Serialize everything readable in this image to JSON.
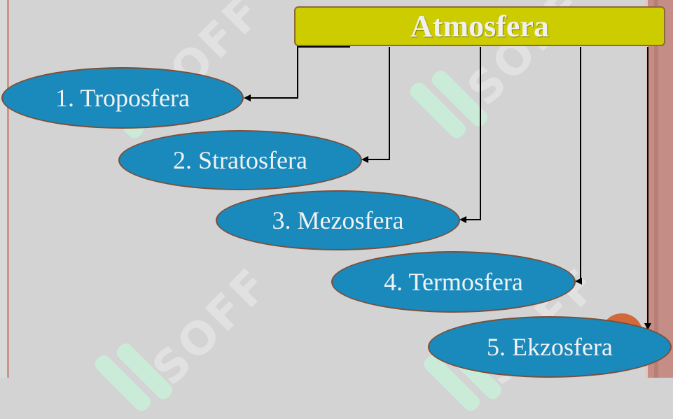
{
  "diagram": {
    "title": "Atmosfera",
    "layers": [
      {
        "label": "1. Troposfera"
      },
      {
        "label": "2. Stratosfera"
      },
      {
        "label": "3. Mezosfera"
      },
      {
        "label": "4. Termosfera"
      },
      {
        "label": "5. Ekzosfera"
      }
    ]
  },
  "watermark": {
    "text": "SOFF"
  },
  "colors": {
    "title_fill": "#cccc00",
    "ellipse_fill": "#1a89bb",
    "connector": "#000000",
    "background": "#d3d3d3"
  }
}
